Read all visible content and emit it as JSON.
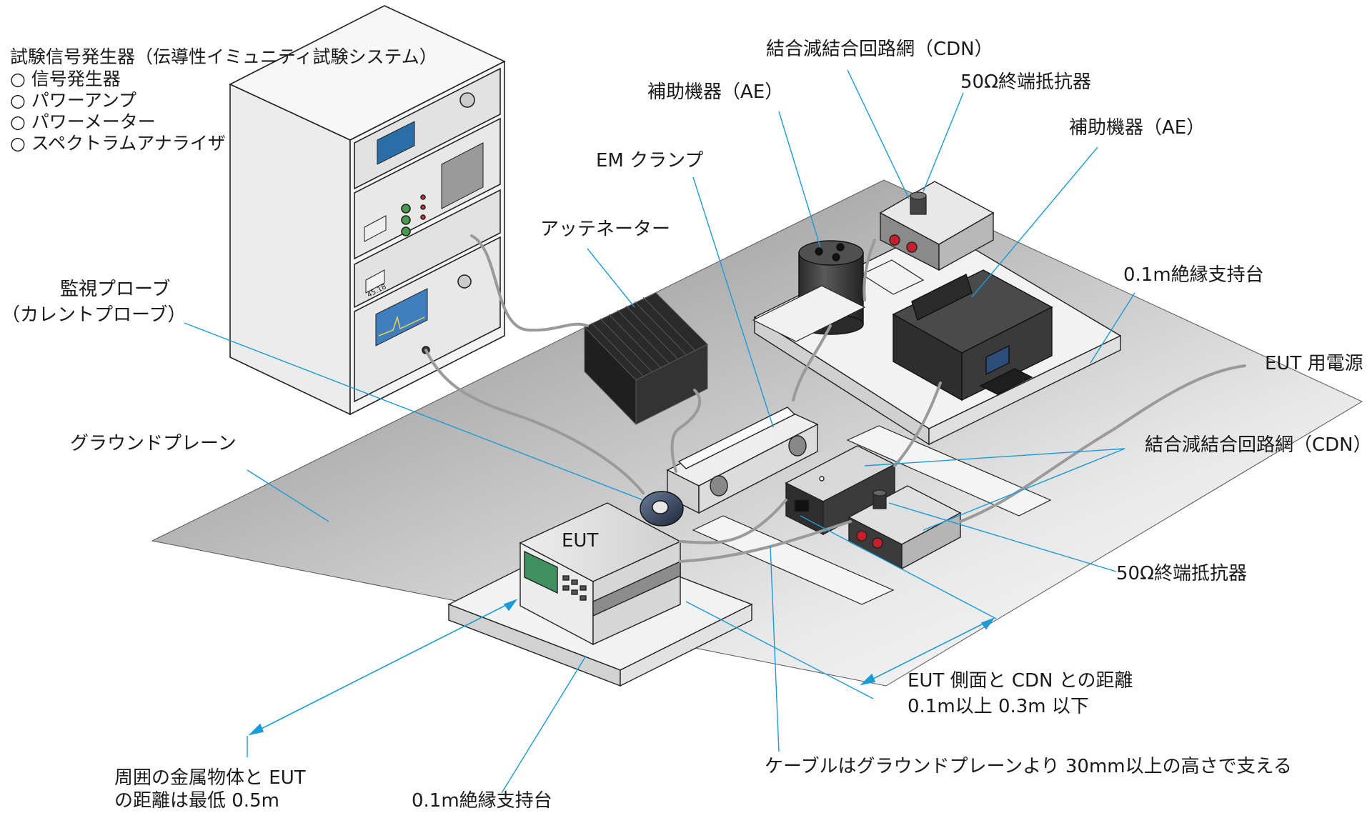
{
  "labels": {
    "generator": {
      "title": "試験信号発生器（伝導性イミュニティ試験システム）",
      "items": [
        "○ 信号発生器",
        "○ パワーアンプ",
        "○ パワーメーター",
        "○ スペクトラムアナライザ"
      ]
    },
    "monitor_probe": [
      "監視プローブ",
      "（カレントプローブ）"
    ],
    "ground_plane": "グラウンドプレーン",
    "attenuator": "アッテネーター",
    "em_clamp": "EM クランプ",
    "ae_left": "補助機器（AE）",
    "cdn_top": "結合減結合回路網（CDN）",
    "term_top": "50Ω終端抵抗器",
    "ae_right": "補助機器（AE）",
    "support_right": "0.1m絶縁支持台",
    "eut_power": "EUT 用電源",
    "cdn_right": "結合減結合回路網（CDN）",
    "term_right": "50Ω終端抵抗器",
    "eut": "EUT",
    "distance_cdn": [
      "EUT 側面と CDN との距離",
      "0.1m以上 0.3m 以下"
    ],
    "cable_height": "ケーブルはグラウンドプレーンより 30mm以上の高さで支える",
    "metal_distance": [
      "周囲の金属物体と EUT",
      "の距離は最低 0.5m"
    ],
    "support_bottom": "0.1m絶縁支持台"
  },
  "instrument_texts": {
    "meter_value": "45.18"
  },
  "colors": {
    "leader_line": "#1b9bd7",
    "rack": "#f2f2f2",
    "outline": "#222222",
    "box_dark": "#3a3a3a",
    "screen": "#2a6ea8",
    "screen_green": "#3f8f5f",
    "terminal_red": "#c8202a"
  },
  "icons": [
    "rack-icon",
    "attenuator-icon",
    "em-clamp-icon",
    "current-probe-icon",
    "eut-icon",
    "cdn-icon",
    "terminator-icon",
    "ae-cylinder-icon",
    "ae-printer-icon"
  ]
}
